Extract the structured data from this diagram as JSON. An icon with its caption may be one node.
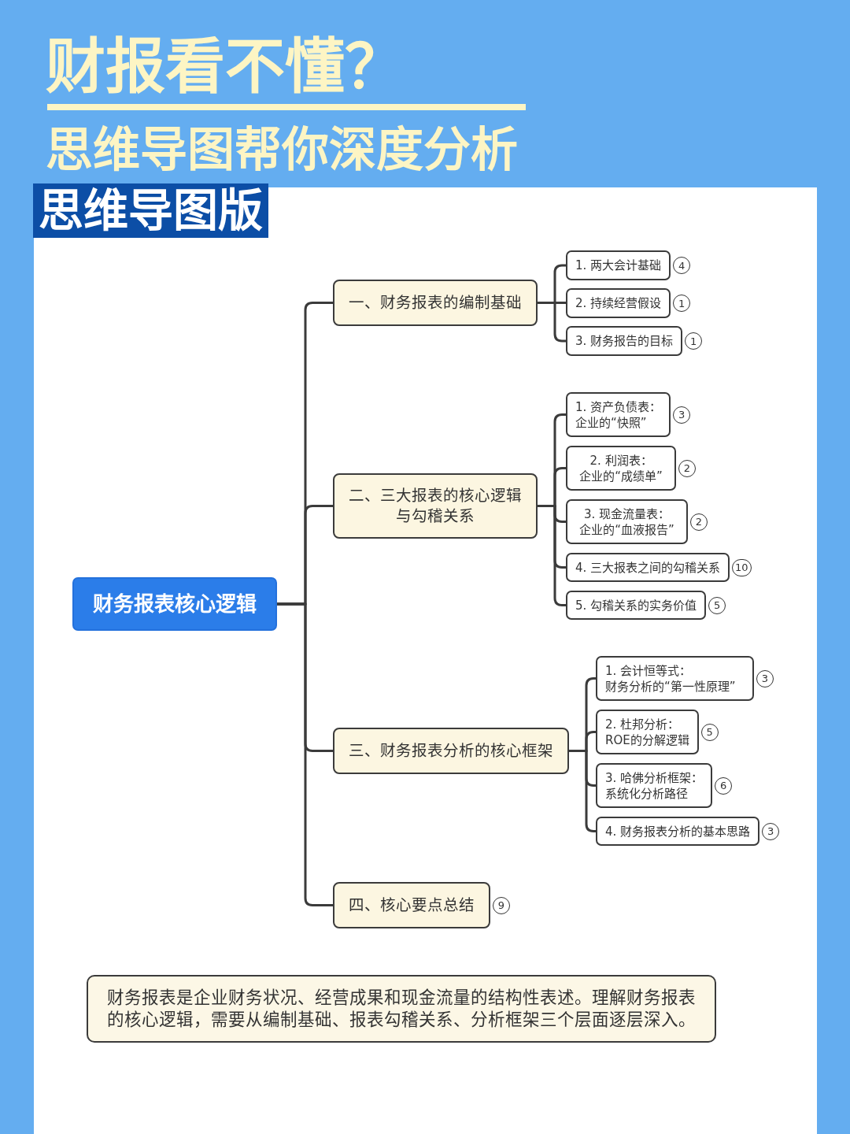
{
  "diagram": {
    "title": "财报看不懂？",
    "nodes": [
      {
        "text": [
          "财务报表核心逻辑"
        ]
      },
      {
        "text": [
          "一、财务报表的编制基础"
        ]
      },
      {
        "text": [
          "1. 两大会计基础"
        ],
        "beside": [
          "4"
        ]
      },
      {
        "text": [
          "2. 持续经营假设"
        ],
        "beside": [
          "1"
        ]
      },
      {
        "text": [
          "3. 财务报告的目标"
        ],
        "beside": [
          "1"
        ]
      },
      {
        "text": [
          "二、三大报表的核心逻辑与勾稽关系"
        ]
      },
      {
        "text": [
          "1. 资产负债表：企业的“快照”"
        ],
        "beside": [
          "3"
        ]
      },
      {
        "text": [
          "2. 利润表：企业的“成绩单”"
        ],
        "beside": [
          "2"
        ]
      },
      {
        "text": [
          "3. 现金流量表：企业的“血液报告”"
        ],
        "beside": [
          "2"
        ]
      },
      {
        "text": [
          "4. 三大报表之间的勾稽关系"
        ],
        "beside": [
          "10"
        ]
      },
      {
        "text": [
          "5. 勾稽关系的实务价值"
        ],
        "beside": [
          "5"
        ]
      },
      {
        "text": [
          "三、财务报表分析的核心框架"
        ]
      },
      {
        "text": [
          "1. 会计恒等式：财务分析的“第一性原理”"
        ],
        "beside": [
          "3"
        ]
      },
      {
        "text": [
          "2. 杜邦分析：ROE的分解逻辑"
        ],
        "beside": [
          "5"
        ]
      },
      {
        "text": [
          "3. 哈佛分析框架：系统化分析路径"
        ],
        "beside": [
          "6"
        ]
      },
      {
        "text": [
          "4. 财务报表分析的基本思路"
        ],
        "beside": [
          "3"
        ]
      },
      {
        "text": [
          "四、核心要点总结"
        ],
        "beside": [
          "9"
        ]
      },
      {
        "text": [
          "财务报表是企业财务状况、经营成果和现金流量的结构性表述。理解财务报表的核心逻辑，需要从编制基础、报表勾稽关系、分析框架三个层面逐层深入。"
        ]
      }
    ],
    "edges": [
      {
        "from": 0,
        "to": 1,
        "arrow": "none"
      },
      {
        "from": 0,
        "to": 5,
        "arrow": "none"
      },
      {
        "from": 0,
        "to": 11,
        "arrow": "none"
      },
      {
        "from": 0,
        "to": 16,
        "arrow": "none"
      },
      {
        "from": 1,
        "to": 2,
        "arrow": "none"
      },
      {
        "from": 1,
        "to": 3,
        "arrow": "none"
      },
      {
        "from": 1,
        "to": 4,
        "arrow": "none"
      },
      {
        "from": 5,
        "to": 6,
        "arrow": "none"
      },
      {
        "from": 5,
        "to": 7,
        "arrow": "none"
      },
      {
        "from": 5,
        "to": 8,
        "arrow": "none"
      },
      {
        "from": 5,
        "to": 9,
        "arrow": "none"
      },
      {
        "from": 5,
        "to": 10,
        "arrow": "none"
      },
      {
        "from": 11,
        "to": 12,
        "arrow": "none"
      },
      {
        "from": 11,
        "to": 13,
        "arrow": "none"
      },
      {
        "from": 11,
        "to": 14,
        "arrow": "none"
      },
      {
        "from": 11,
        "to": 15,
        "arrow": "none"
      }
    ],
    "labels": [
      "思维导图帮你深度分析",
      "思维导图版"
    ]
  }
}
